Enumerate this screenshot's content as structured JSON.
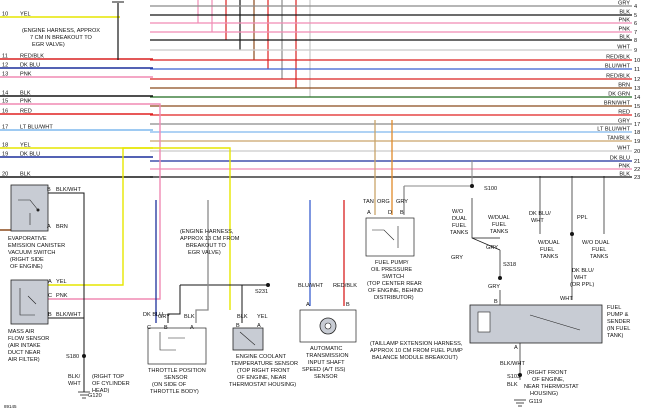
{
  "wires_right": [
    {
      "num": "4",
      "color": "GRY",
      "stroke": "#8a8a8a"
    },
    {
      "num": "5",
      "color": "BLK",
      "stroke": "#151515"
    },
    {
      "num": "6",
      "color": "PNK",
      "stroke": "#f08ab4"
    },
    {
      "num": "7",
      "color": "PNK",
      "stroke": "#f08ab4"
    },
    {
      "num": "8",
      "color": "BLK",
      "stroke": "#151515"
    },
    {
      "num": "9",
      "color": "WHT",
      "stroke": "#c9c9c9"
    },
    {
      "num": "10",
      "color": "RED/BLK",
      "stroke": "#d92020"
    },
    {
      "num": "11",
      "color": "BLU/WHT",
      "stroke": "#3a5fd0"
    },
    {
      "num": "12",
      "color": "RED/BLK",
      "stroke": "#d92020"
    },
    {
      "num": "13",
      "color": "BRN",
      "stroke": "#8b4a1c"
    },
    {
      "num": "14",
      "color": "DK GRN",
      "stroke": "#1f6b1f"
    },
    {
      "num": "15",
      "color": "BRN/WHT",
      "stroke": "#8b4a1c"
    },
    {
      "num": "16",
      "color": "RED",
      "stroke": "#e02020"
    },
    {
      "num": "17",
      "color": "GRY",
      "stroke": "#8a8a8a"
    },
    {
      "num": "18",
      "color": "LT BLU/WHT",
      "stroke": "#7fb8ee"
    },
    {
      "num": "19",
      "color": "TAN/BLK",
      "stroke": "#c9a46a"
    },
    {
      "num": "20",
      "color": "WHT",
      "stroke": "#c9c9c9"
    },
    {
      "num": "21",
      "color": "DK BLU",
      "stroke": "#1c2f9c"
    },
    {
      "num": "22",
      "color": "PNK",
      "stroke": "#f08ab4"
    },
    {
      "num": "23",
      "color": "BLK",
      "stroke": "#151515"
    }
  ],
  "wires_left": [
    {
      "num": "10",
      "color": "YEL",
      "stroke": "#e6e600"
    },
    {
      "num": "11",
      "color": "RED/BLK",
      "stroke": "#d92020"
    },
    {
      "num": "12",
      "color": "DK BLU",
      "stroke": "#1c2f9c"
    },
    {
      "num": "13",
      "color": "PNK",
      "stroke": "#f08ab4"
    },
    {
      "num": "14",
      "color": "BLK",
      "stroke": "#151515"
    },
    {
      "num": "15",
      "color": "PNK",
      "stroke": "#f08ab4"
    },
    {
      "num": "16",
      "color": "RED",
      "stroke": "#e02020"
    },
    {
      "num": "17",
      "color": "LT BLU/WHT",
      "stroke": "#7fb8ee"
    },
    {
      "num": "18",
      "color": "YEL",
      "stroke": "#e6e600"
    },
    {
      "num": "19",
      "color": "DK BLU",
      "stroke": "#1c2f9c"
    },
    {
      "num": "20",
      "color": "BLK",
      "stroke": "#151515"
    }
  ],
  "notes": {
    "harness_egr": [
      "(ENGINE HARNESS, APPROX",
      "7 CM IN BREAKOUT TO",
      "EGR VALVE)"
    ],
    "harness_13cm": [
      "(ENGINE HARNESS,",
      "APPROX 13 CM FROM",
      "BREAKOUT TO",
      "EGR VALVE)"
    ],
    "harness_taillamp": [
      "(TAILLAMP EXTENSION HARNESS,",
      "APPROX 10 CM FROM FUEL PUMP",
      "BALANCE MODULE BREAKOUT)"
    ]
  },
  "components": {
    "evap": {
      "label": [
        "EVAPORATIVE",
        "EMISSION CANISTER",
        "VACUUM SWITCH",
        "(RIGHT SIDE",
        "OF ENGINE)"
      ],
      "pin_b": "B",
      "wire_b": "BLK/WHT",
      "pin_a": "A",
      "wire_a": "BRN"
    },
    "maf": {
      "label": [
        "MASS AIR",
        "FLOW SENSOR",
        "(AIR INTAKE",
        "DUCT NEAR",
        "AIR FILTER)"
      ],
      "pin_a": "A",
      "wire_a": "YEL",
      "pin_c": "C",
      "wire_c": "PNK",
      "pin_b": "B",
      "wire_b": "BLK/WHT"
    },
    "tps": {
      "label": [
        "THROTTLE POSITION",
        "SENSOR",
        "(ON SIDE OF",
        "THROTTLE BODY)"
      ],
      "wires": [
        "DK BLU",
        "GRY",
        "BLK"
      ],
      "pins": [
        "C",
        "B",
        "A"
      ]
    },
    "ect": {
      "label": [
        "ENGINE COOLANT",
        "TEMPERATURE SENSOR",
        "(TOP RIGHT FRONT",
        "OF ENGINE, NEAR",
        "THERMOSTAT HOUSING)"
      ],
      "wires": [
        "BLK",
        "YEL"
      ],
      "pins": [
        "B",
        "A"
      ]
    },
    "iss": {
      "label": [
        "AUTOMATIC",
        "TRANSMISSION",
        "INPUT SHAFT",
        "SPEED (A/T ISS)",
        "SENSOR"
      ],
      "wires": [
        "BLU/WHT",
        "RED/BLK"
      ],
      "pins": [
        "A",
        "B"
      ]
    },
    "fps": {
      "label": [
        "FUEL PUMP/",
        "OIL PRESSURE",
        "SWITCH",
        "(TOP CENTER REAR",
        "OF ENGINE, BEHIND",
        "DISTRIBUTOR)"
      ],
      "wires": [
        "TAN",
        "ORG",
        "GRY"
      ],
      "pins": [
        "A",
        "D",
        "B"
      ]
    },
    "sender": {
      "label": [
        "FUEL",
        "PUMP &",
        "SENDER",
        "(IN FUEL",
        "TANK)"
      ],
      "pins": [
        "B",
        "A"
      ]
    }
  },
  "splices": {
    "s231": "S231",
    "s100": "S100",
    "s318": "S318",
    "s180": "S180",
    "s103": "S103"
  },
  "grounds": {
    "g120": {
      "id": "G120",
      "wire": [
        "BLK/",
        "WHT"
      ],
      "label": [
        "(RIGHT TOP",
        "OF CYLINDER",
        "HEAD)"
      ]
    },
    "g119": {
      "id": "G119",
      "wire": "BLK/WHT",
      "label": [
        "(RIGHT FRONT",
        "OF ENGINE,",
        "NEAR THERMOSTAT",
        "HOUSING)"
      ]
    }
  },
  "fuel_tank_labels": {
    "wo_dual_left": [
      "W/O",
      "DUAL",
      "FUEL",
      "TANKS"
    ],
    "w_dual_left": [
      "W/DUAL",
      "FUEL",
      "TANKS"
    ],
    "w_dual_right": [
      "W/DUAL",
      "FUEL",
      "TANKS"
    ],
    "wo_dual_right": [
      "W/O DUAL",
      "FUEL",
      "TANKS"
    ],
    "dk_blu_wht": [
      "DK BLU/",
      "WHT"
    ],
    "ppl": "PPL",
    "dk_blu_wht_or_ppl": [
      "DK BLU/",
      "WHT",
      "(OR PPL)"
    ],
    "gry": "GRY",
    "wht": "WHT",
    "blk_wht": "BLK/WHT",
    "blk": "BLK"
  },
  "footer_code": "89145"
}
